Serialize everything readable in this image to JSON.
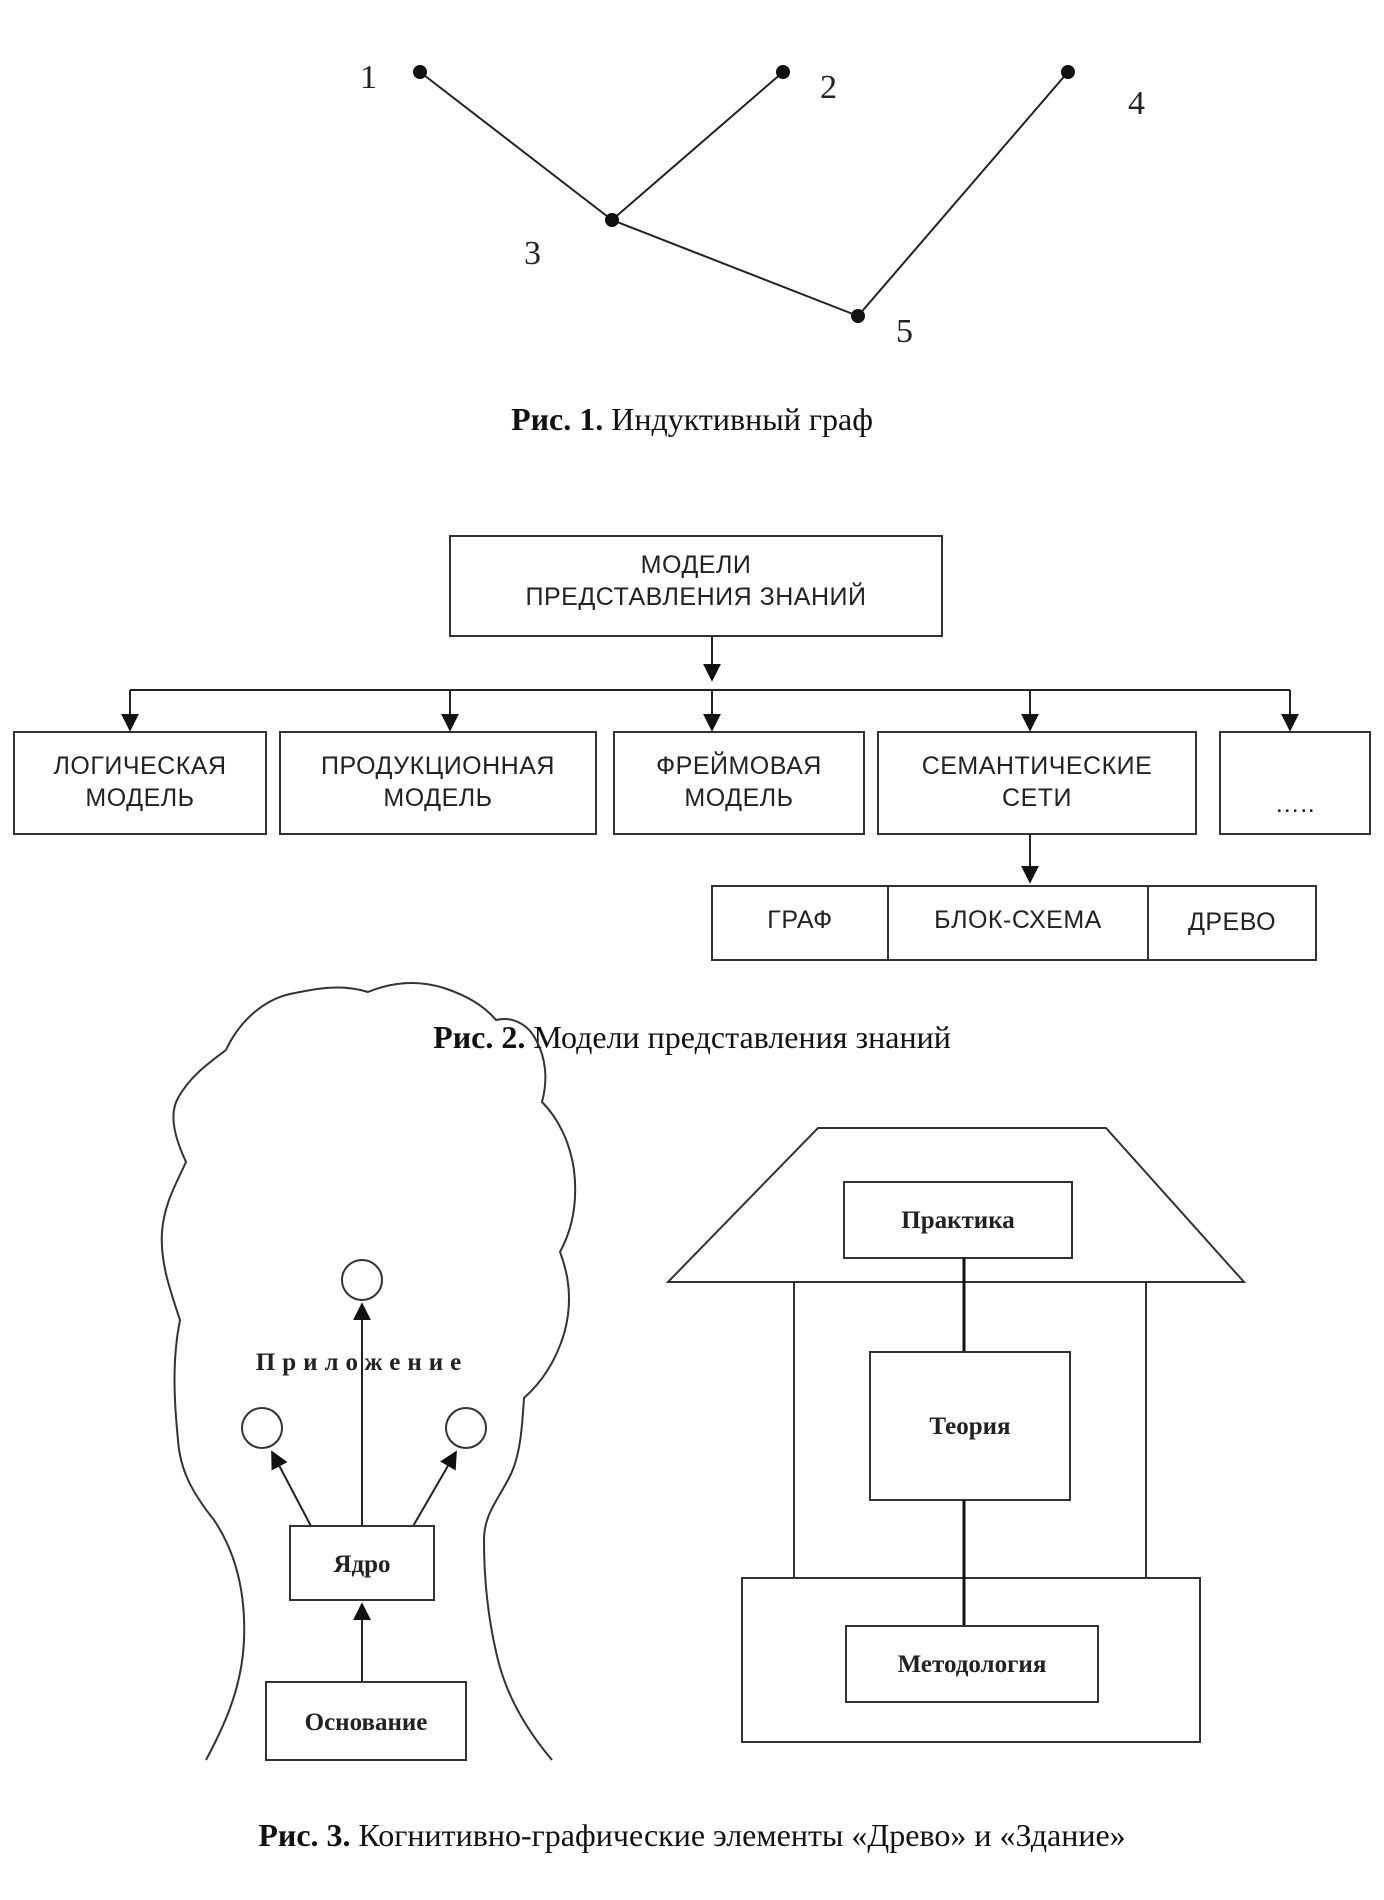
{
  "fig1": {
    "nodes": [
      {
        "id": "1",
        "label": "1"
      },
      {
        "id": "2",
        "label": "2"
      },
      {
        "id": "3",
        "label": "3"
      },
      {
        "id": "4",
        "label": "4"
      },
      {
        "id": "5",
        "label": "5"
      }
    ],
    "edges": [
      [
        "1",
        "3"
      ],
      [
        "2",
        "3"
      ],
      [
        "3",
        "5"
      ],
      [
        "4",
        "5"
      ]
    ],
    "caption_bold": "Рис. 1.",
    "caption_text": " Индуктивный граф"
  },
  "fig2": {
    "root_line1": "МОДЕЛИ",
    "root_line2": "ПРЕДСТАВЛЕНИЯ ЗНАНИЙ",
    "children": [
      {
        "line1": "ЛОГИЧЕСКАЯ",
        "line2": "МОДЕЛЬ"
      },
      {
        "line1": "ПРОДУКЦИОННАЯ",
        "line2": "МОДЕЛЬ"
      },
      {
        "line1": "ФРЕЙМОВАЯ",
        "line2": "МОДЕЛЬ"
      },
      {
        "line1": "СЕМАНТИЧЕСКИЕ",
        "line2": "СЕТИ"
      },
      {
        "line1": "",
        "line2": "….."
      }
    ],
    "sub_items": [
      "ГРАФ",
      "БЛОК-СХЕМА",
      "ДРЕВО"
    ],
    "caption_bold": "Рис. 2.",
    "caption_text": " Модели представления знаний"
  },
  "fig3": {
    "tree": {
      "top_label": "Приложение",
      "core": "Ядро",
      "base": "Основание"
    },
    "building": {
      "roof_box": "Практика",
      "middle_box": "Теория",
      "foundation_box": "Методология"
    },
    "caption_bold": "Рис. 3.",
    "caption_text": " Когнитивно-графические элементы «Древо» и «Здание»"
  }
}
